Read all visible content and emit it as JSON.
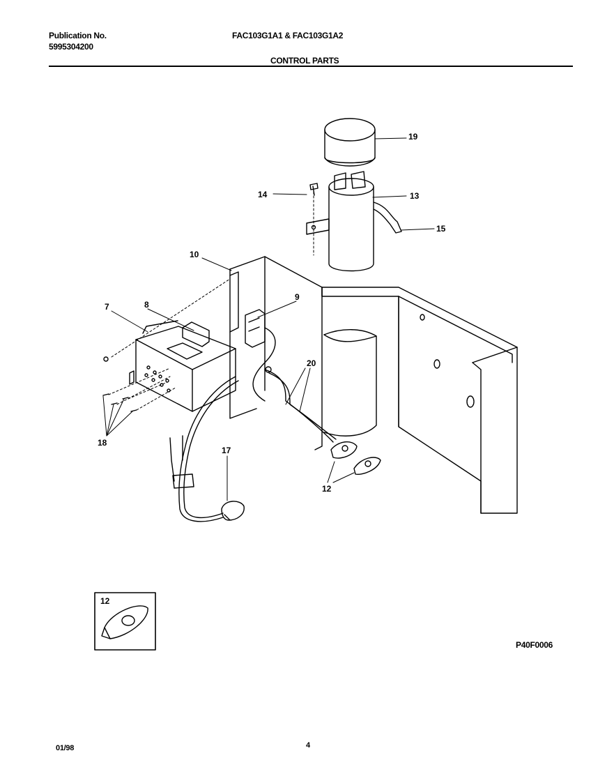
{
  "header": {
    "publication_label": "Publication No.",
    "publication_number": "5995304200",
    "models": "FAC103G1A1 & FAC103G1A2",
    "section_title": "CONTROL PARTS"
  },
  "callouts": [
    "19",
    "14",
    "13",
    "15",
    "10",
    "9",
    "7",
    "8",
    "20",
    "18",
    "17",
    "12"
  ],
  "inset_callout": "12",
  "footer": {
    "figure_code": "P40F0006",
    "date": "01/98",
    "page": "4"
  }
}
